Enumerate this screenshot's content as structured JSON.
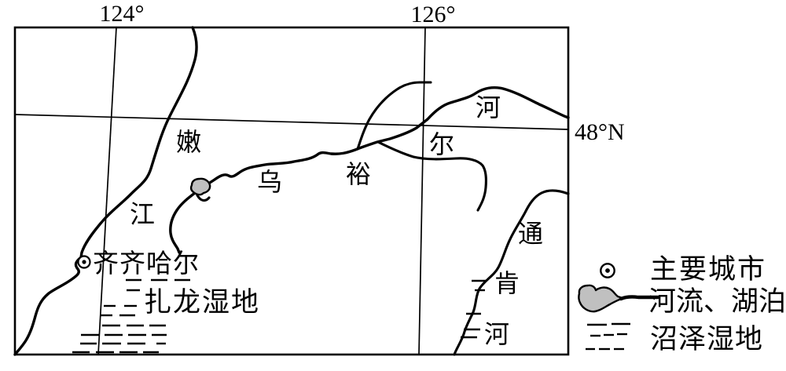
{
  "map": {
    "graticule": {
      "lon_west": "124°",
      "lon_east": "126°",
      "lat_north": "48°N"
    },
    "rivers": {
      "nenjiang": {
        "name": "嫩江",
        "chars": [
          "嫩",
          "江"
        ]
      },
      "wuyuer": {
        "name": "乌裕尔河",
        "chars": [
          "乌",
          "裕",
          "尔",
          "河"
        ]
      },
      "tongken": {
        "name": "通肯河",
        "chars": [
          "通",
          "肯",
          "河"
        ]
      }
    },
    "city": {
      "name": "齐齐哈尔"
    },
    "wetland": {
      "name": "扎龙湿地"
    }
  },
  "legend": {
    "items": [
      {
        "id": "major-city",
        "label": "主要城市"
      },
      {
        "id": "rivers-lakes",
        "label": "河流、湖泊"
      },
      {
        "id": "marsh-wetland",
        "label": "沼泽湿地"
      }
    ]
  },
  "colors": {
    "ink": "#000000",
    "lake_fill": "#c0c0c0",
    "background": "#ffffff"
  }
}
